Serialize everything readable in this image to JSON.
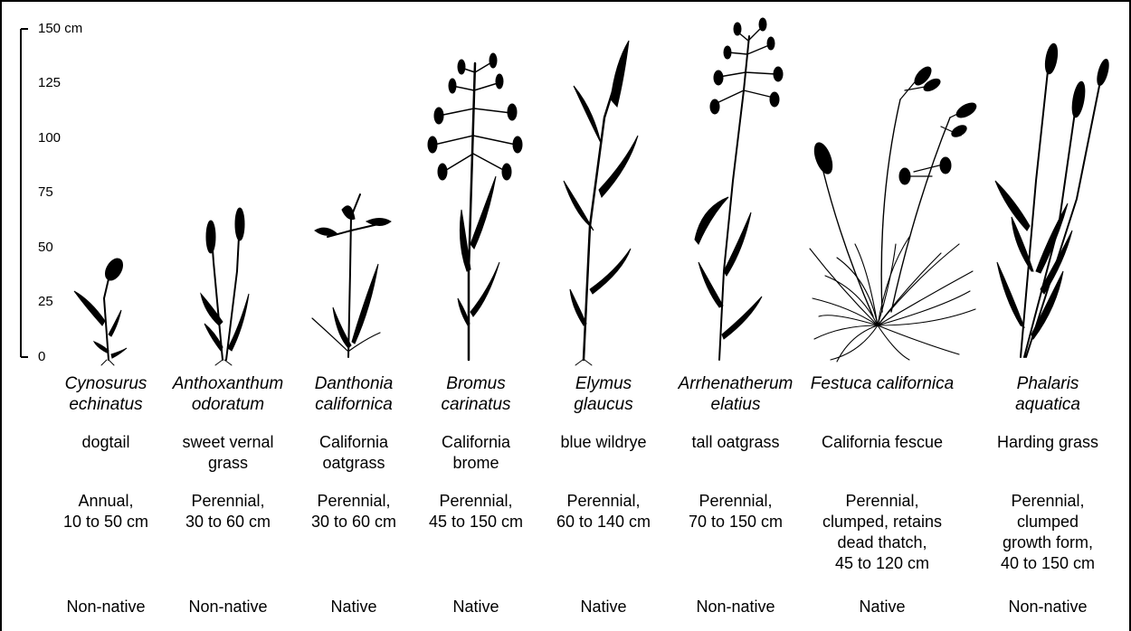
{
  "scale": {
    "ticks": [
      "150 cm",
      "125",
      "100",
      "75",
      "50",
      "25",
      "0"
    ],
    "max_cm": 150
  },
  "species": [
    {
      "scientific_lines": [
        "Cynosurus",
        "echinatus"
      ],
      "common_lines": [
        "dogtail"
      ],
      "description_lines": [
        "Annual,",
        "10 to 50 cm"
      ],
      "status": "Non-native",
      "icon": "dogtail-grass-icon"
    },
    {
      "scientific_lines": [
        "Anthoxanthum",
        "odoratum"
      ],
      "common_lines": [
        "sweet vernal",
        "grass"
      ],
      "description_lines": [
        "Perennial,",
        "30 to 60 cm"
      ],
      "status": "Non-native",
      "icon": "sweet-vernal-grass-icon"
    },
    {
      "scientific_lines": [
        "Danthonia",
        "californica"
      ],
      "common_lines": [
        "California",
        "oatgrass"
      ],
      "description_lines": [
        "Perennial,",
        "30 to 60 cm"
      ],
      "status": "Native",
      "icon": "california-oatgrass-icon"
    },
    {
      "scientific_lines": [
        "Bromus",
        "carinatus"
      ],
      "common_lines": [
        "California",
        "brome"
      ],
      "description_lines": [
        "Perennial,",
        "45 to 150 cm"
      ],
      "status": "Native",
      "icon": "california-brome-icon"
    },
    {
      "scientific_lines": [
        "Elymus",
        "glaucus"
      ],
      "common_lines": [
        "blue wildrye"
      ],
      "description_lines": [
        "Perennial,",
        "60 to 140 cm"
      ],
      "status": "Native",
      "icon": "blue-wildrye-icon"
    },
    {
      "scientific_lines": [
        "Arrhenatherum",
        "elatius"
      ],
      "common_lines": [
        "tall oatgrass"
      ],
      "description_lines": [
        "Perennial,",
        "70 to 150 cm"
      ],
      "status": "Non-native",
      "icon": "tall-oatgrass-icon"
    },
    {
      "scientific_lines": [
        "Festuca californica"
      ],
      "common_lines": [
        "California fescue"
      ],
      "description_lines": [
        "Perennial,",
        "clumped, retains",
        "dead thatch,",
        "45 to 120 cm"
      ],
      "status": "Native",
      "icon": "california-fescue-icon"
    },
    {
      "scientific_lines": [
        "Phalaris",
        "aquatica"
      ],
      "common_lines": [
        "Harding grass"
      ],
      "description_lines": [
        "Perennial,",
        "clumped",
        "growth form,",
        "40 to 150 cm"
      ],
      "status": "Non-native",
      "icon": "harding-grass-icon"
    }
  ]
}
